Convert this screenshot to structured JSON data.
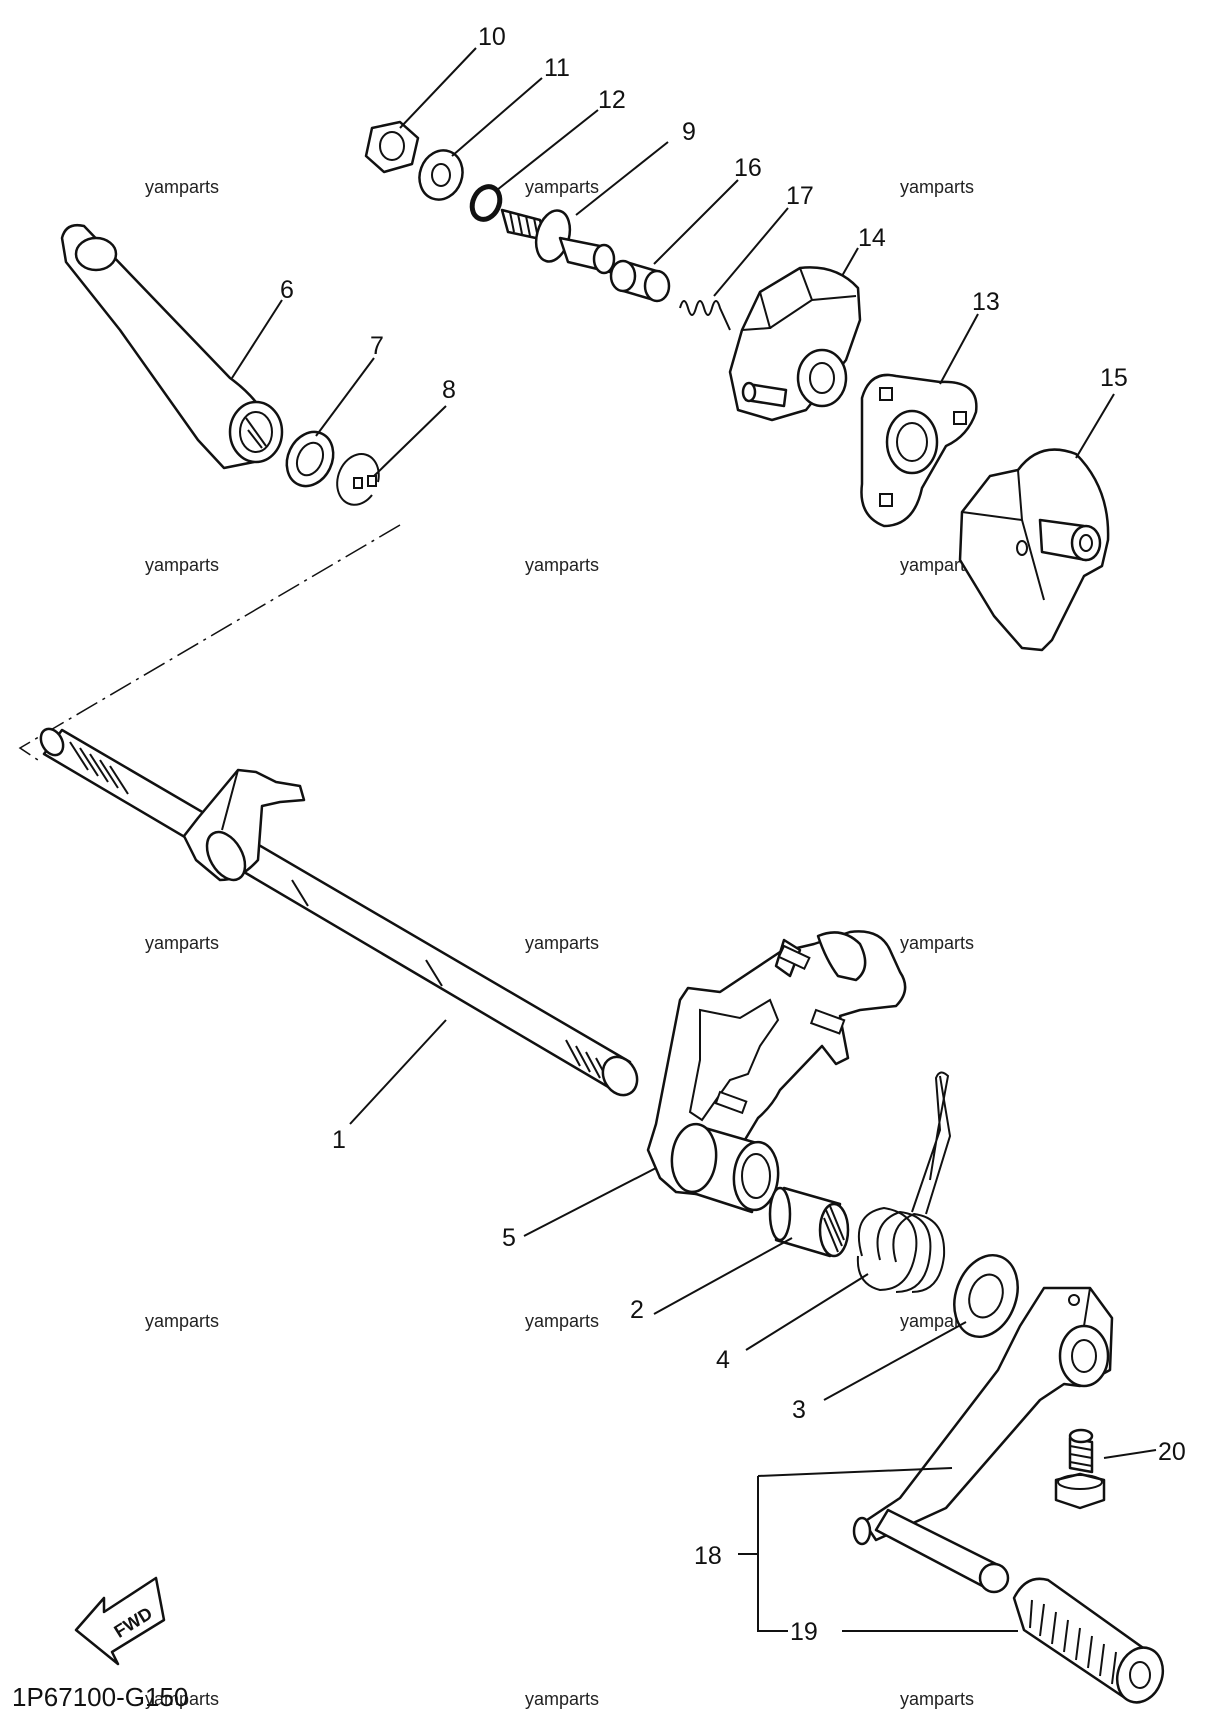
{
  "diagram_code": "1P67100-G150",
  "forward_label": "FWD",
  "watermark_text": "yamparts",
  "callouts": {
    "c1": "1",
    "c2": "2",
    "c3": "3",
    "c4": "4",
    "c5": "5",
    "c6": "6",
    "c7": "7",
    "c8": "8",
    "c9": "9",
    "c10": "10",
    "c11": "11",
    "c12": "12",
    "c13": "13",
    "c14": "14",
    "c15": "15",
    "c16": "16",
    "c17": "17",
    "c18": "18",
    "c19": "19",
    "c20": "20"
  }
}
